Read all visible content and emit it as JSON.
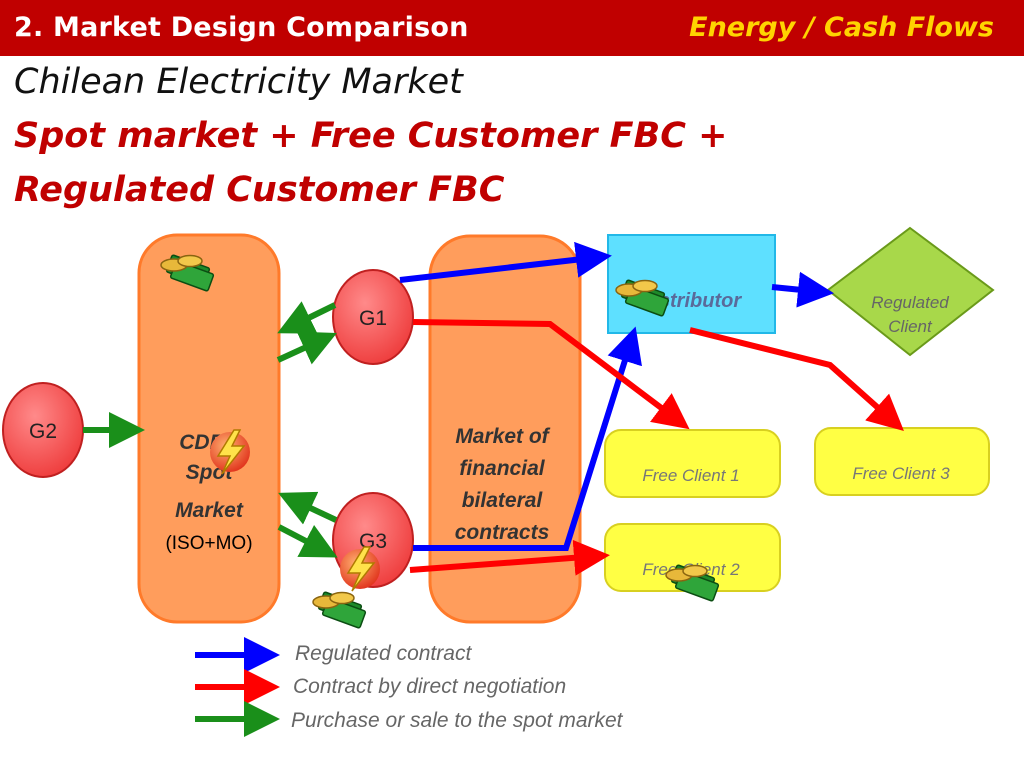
{
  "header": {
    "section": "2. Market Design Comparison",
    "topic": "Energy / Cash Flows"
  },
  "title": "Chilean Electricity Market",
  "subtitle": {
    "line1": "Spot market + Free Customer FBC +",
    "line2": "Regulated Customer FBC"
  },
  "nodes": {
    "spot_market": {
      "line1": "CDEC",
      "line2": "Spot",
      "line3": "Market",
      "note": "(ISO+MO)"
    },
    "financial_market": {
      "line1": "Market of",
      "line2": "financial",
      "line3": "bilateral",
      "line4": "contracts"
    },
    "g1": "G1",
    "g2": "G2",
    "g3": "G3",
    "distributor": "Distributor",
    "regulated_client": {
      "line1": "Regulated",
      "line2": "Client"
    },
    "free_client_1": "Free Client 1",
    "free_client_2": "Free Client 2",
    "free_client_3": "Free Client 3"
  },
  "legend": {
    "regulated": "Regulated contract",
    "direct": "Contract by direct negotiation",
    "spot": "Purchase or sale to the spot market"
  },
  "colors": {
    "regulated": "#0000ff",
    "direct": "#ff0000",
    "spot": "#1a8f1a",
    "generator": "#ff5555",
    "market_box": "#ff9d5c",
    "distributor": "#5ee0ff",
    "client": "#ffff44",
    "regulated_client": "#a8d84a"
  },
  "icons": [
    "money-icon",
    "lightning-icon"
  ]
}
